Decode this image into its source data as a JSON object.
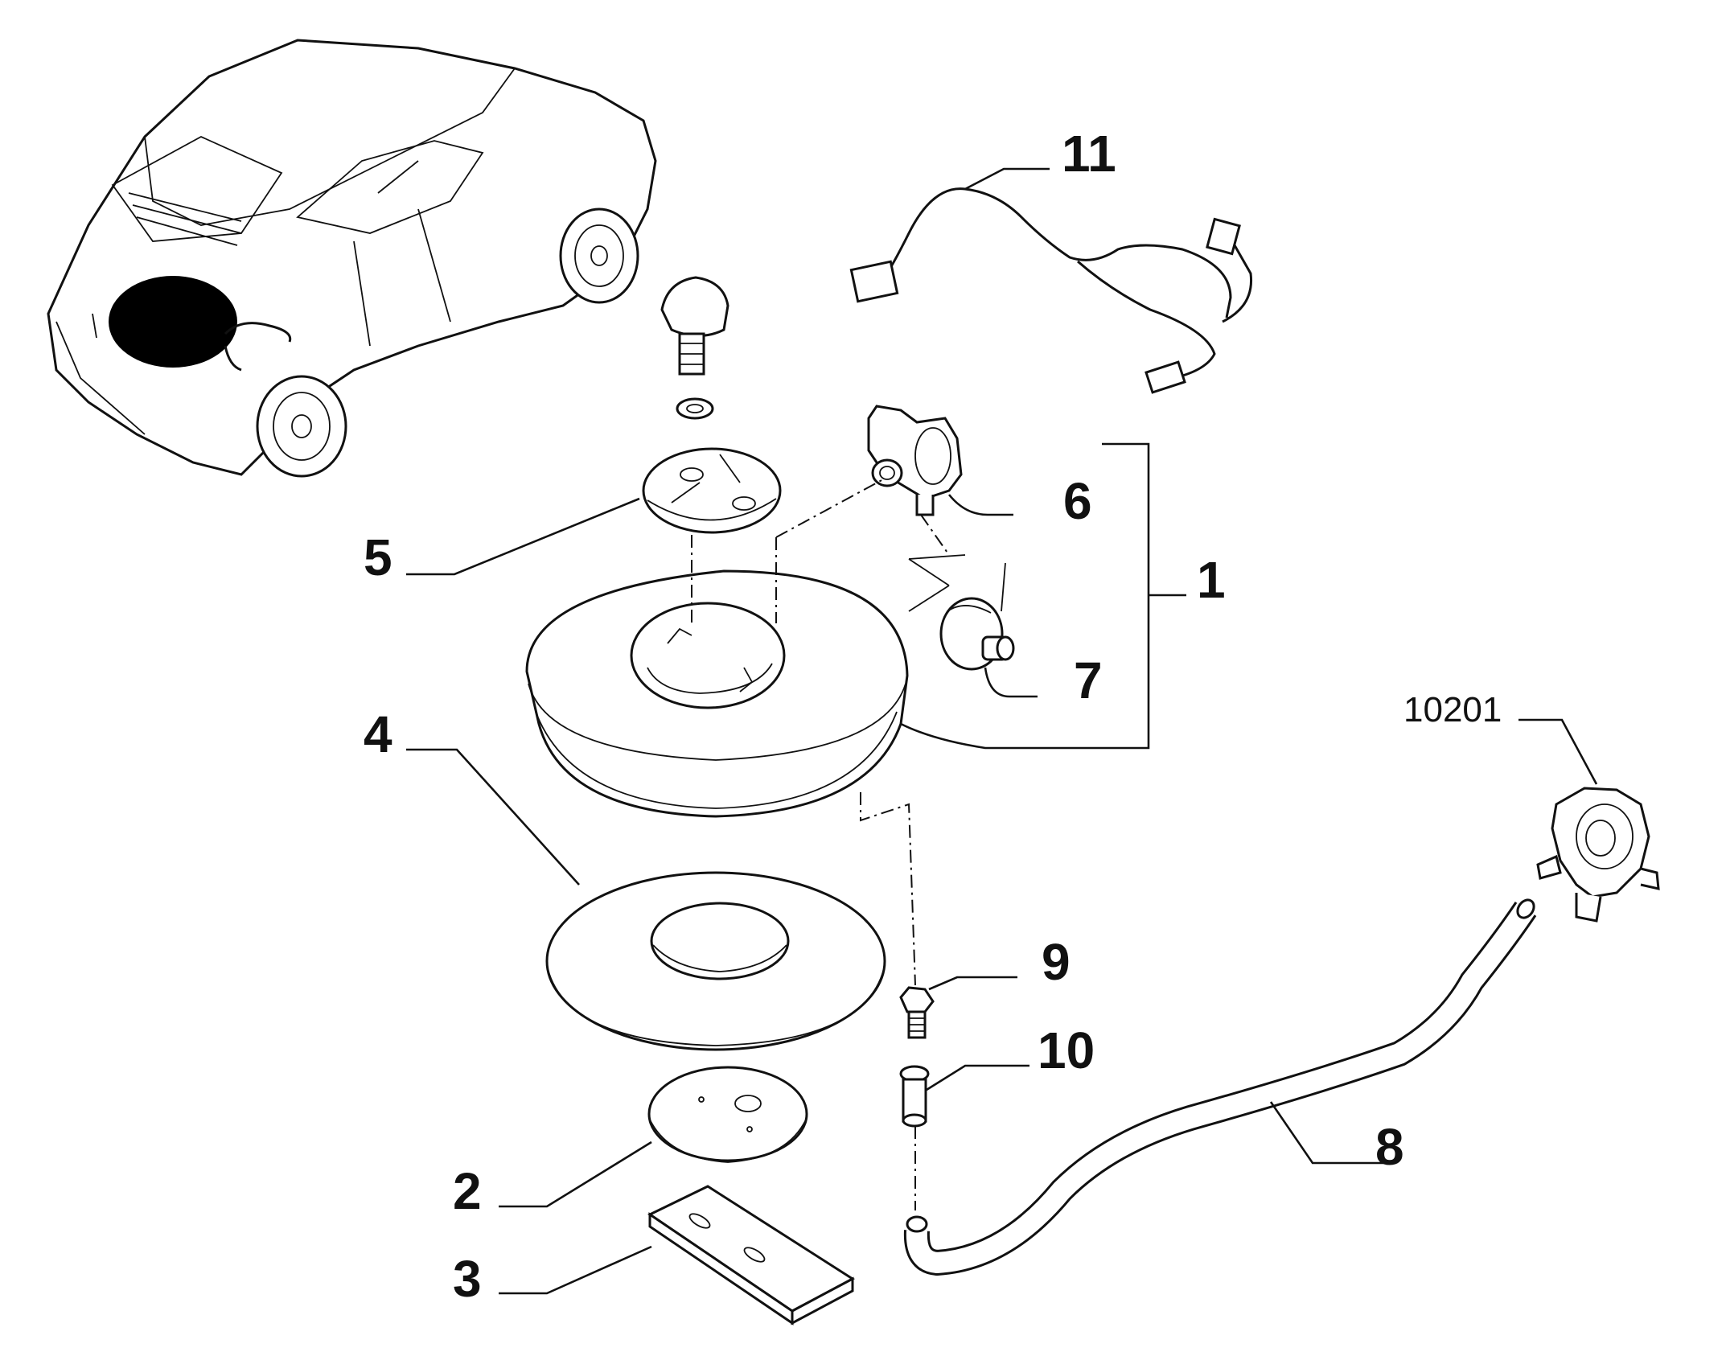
{
  "diagram": {
    "callouts": [
      {
        "id": "1",
        "label": "1"
      },
      {
        "id": "2",
        "label": "2"
      },
      {
        "id": "3",
        "label": "3"
      },
      {
        "id": "4",
        "label": "4"
      },
      {
        "id": "5",
        "label": "5"
      },
      {
        "id": "6",
        "label": "6"
      },
      {
        "id": "7",
        "label": "7"
      },
      {
        "id": "8",
        "label": "8"
      },
      {
        "id": "9",
        "label": "9"
      },
      {
        "id": "10",
        "label": "10"
      },
      {
        "id": "11",
        "label": "11"
      },
      {
        "id": "10201",
        "label": "10201"
      }
    ]
  }
}
